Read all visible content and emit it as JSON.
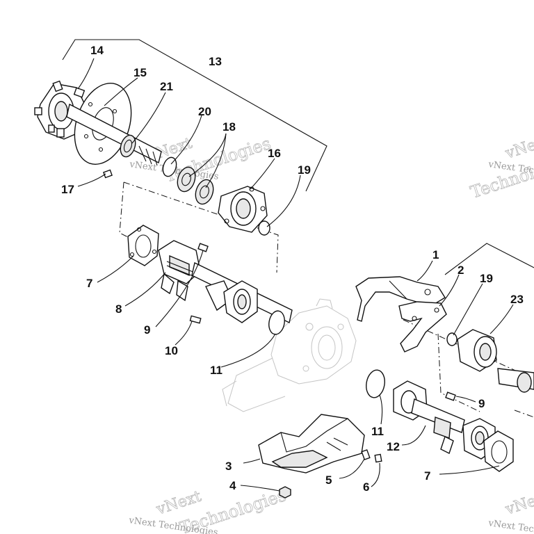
{
  "callouts": {
    "c1": "1",
    "c2": "2",
    "c3": "3",
    "c4": "4",
    "c5": "5",
    "c6": "6",
    "c7a": "7",
    "c7b": "7",
    "c8": "8",
    "c9a": "9",
    "c9b": "9",
    "c10": "10",
    "c11a": "11",
    "c11b": "11",
    "c12": "12",
    "c13": "13",
    "c14": "14",
    "c15": "15",
    "c16": "16",
    "c17": "17",
    "c18": "18",
    "c19a": "19",
    "c19b": "19",
    "c20": "20",
    "c21": "21",
    "c23": "23"
  },
  "watermark": {
    "brand": "vNext",
    "sub": "Technologies",
    "line": "vNext Technologies"
  }
}
